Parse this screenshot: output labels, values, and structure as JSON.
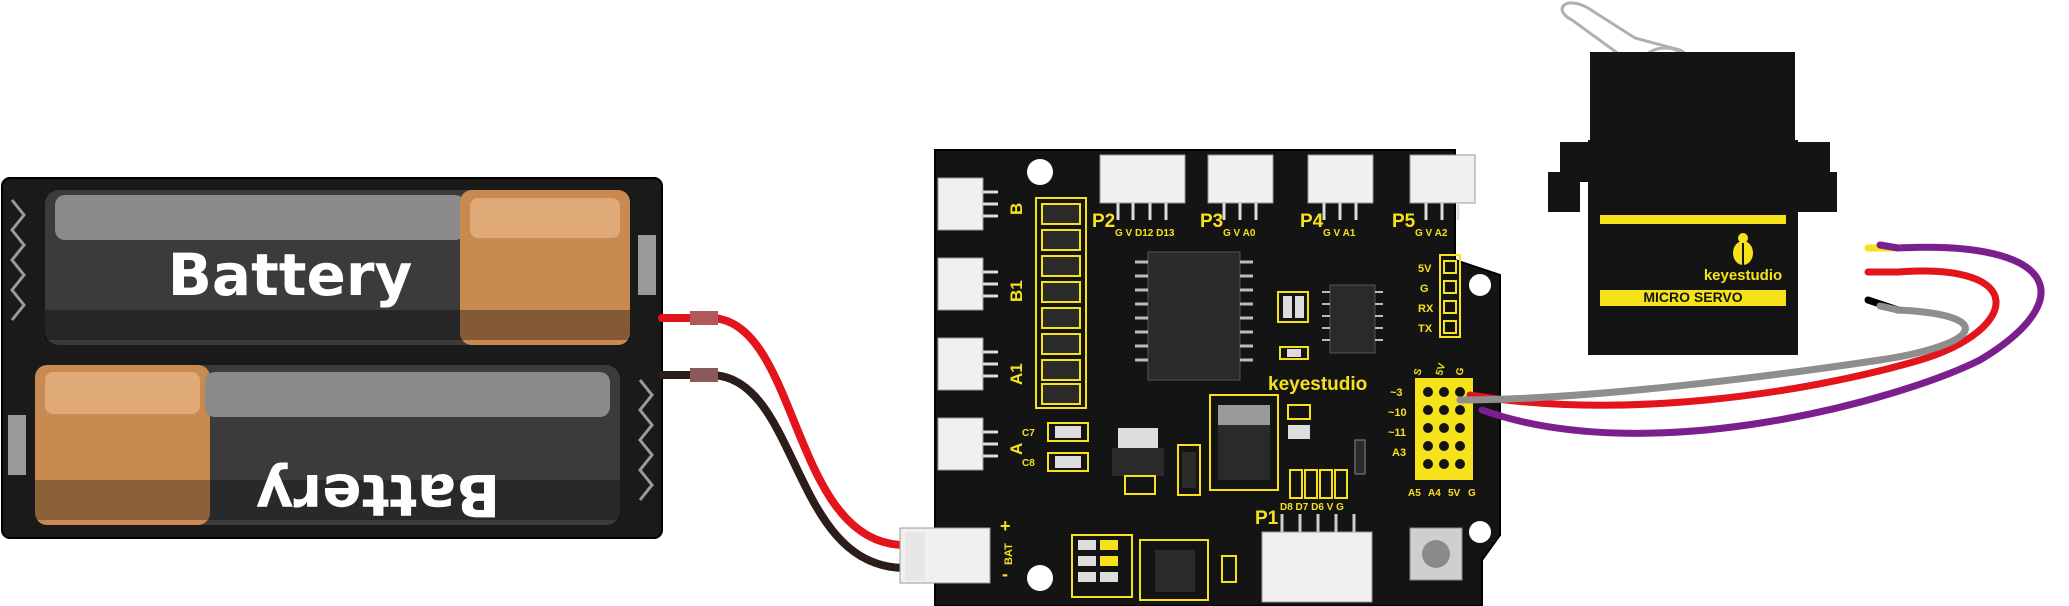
{
  "battery": {
    "top_label": "Battery",
    "bottom_label": "Battery"
  },
  "board": {
    "brand": "keyestudio",
    "left_ports": [
      "B",
      "B1",
      "A1",
      "A"
    ],
    "top_ports": [
      {
        "name": "P2",
        "pins": "G V D12 D13"
      },
      {
        "name": "P3",
        "pins": "G V A0"
      },
      {
        "name": "P4",
        "pins": "G V A1"
      },
      {
        "name": "P5",
        "pins": "G V A2"
      }
    ],
    "uart_pins": [
      "5V",
      "G",
      "RX",
      "TX"
    ],
    "servo_header_top": [
      "S",
      "5V",
      "G"
    ],
    "servo_header_left": [
      "~3",
      "~10",
      "~11",
      "A3"
    ],
    "servo_header_bottom": [
      "A5",
      "A4",
      "5V",
      "G"
    ],
    "p1": {
      "name": "P1",
      "pins": "D8 D7 D6 V G"
    },
    "bat": {
      "plus": "+",
      "label": "BAT",
      "minus": "-"
    },
    "caps": [
      "C7",
      "C8"
    ]
  },
  "servo": {
    "brand": "keyestudio",
    "model": "MICRO SERVO"
  },
  "colors": {
    "board": "#141414",
    "silkscreen": "#f5e21b",
    "wire_red": "#e3141b",
    "wire_black": "#2a1d1a",
    "wire_gray": "#8e8e8e",
    "wire_purple": "#7b1f8e",
    "wire_yellow": "#f5e21b"
  }
}
